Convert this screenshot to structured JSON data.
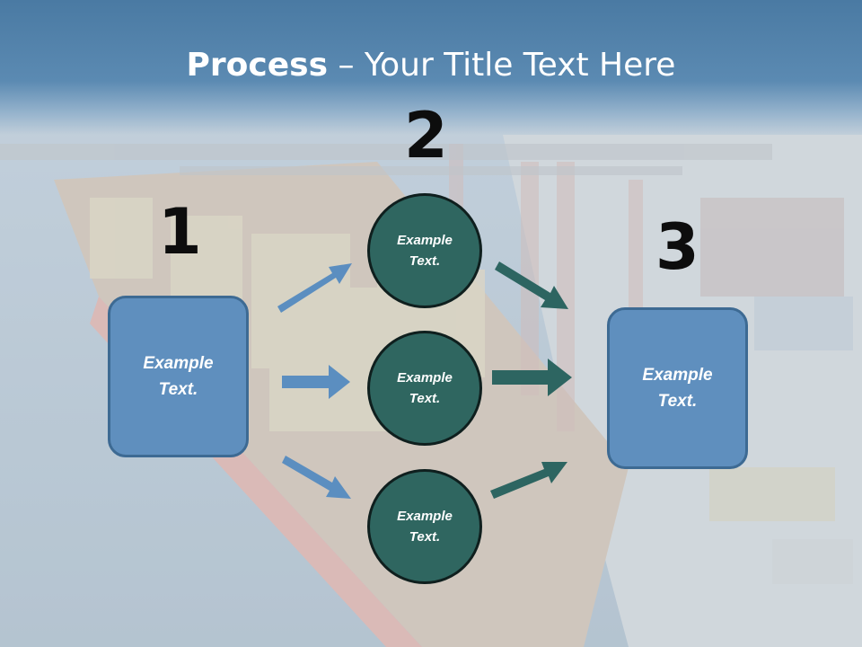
{
  "slide": {
    "title_bold": "Process",
    "title_rest": " – Your Title Text Here"
  },
  "steps": {
    "one": "1",
    "two": "2",
    "three": "3"
  },
  "left_box": {
    "line1": "Example",
    "line2": "Text."
  },
  "right_box": {
    "line1": "Example",
    "line2": "Text."
  },
  "circles": [
    {
      "line1": "Example",
      "line2": "Text."
    },
    {
      "line1": "Example",
      "line2": "Text."
    },
    {
      "line1": "Example",
      "line2": "Text."
    }
  ],
  "colors": {
    "title_band": "#5b8ab2",
    "box_fill": "#5f8fbe",
    "circle_fill": "#2f6660",
    "arrow_blue": "#5b8ec0",
    "arrow_teal": "#2d6561"
  }
}
